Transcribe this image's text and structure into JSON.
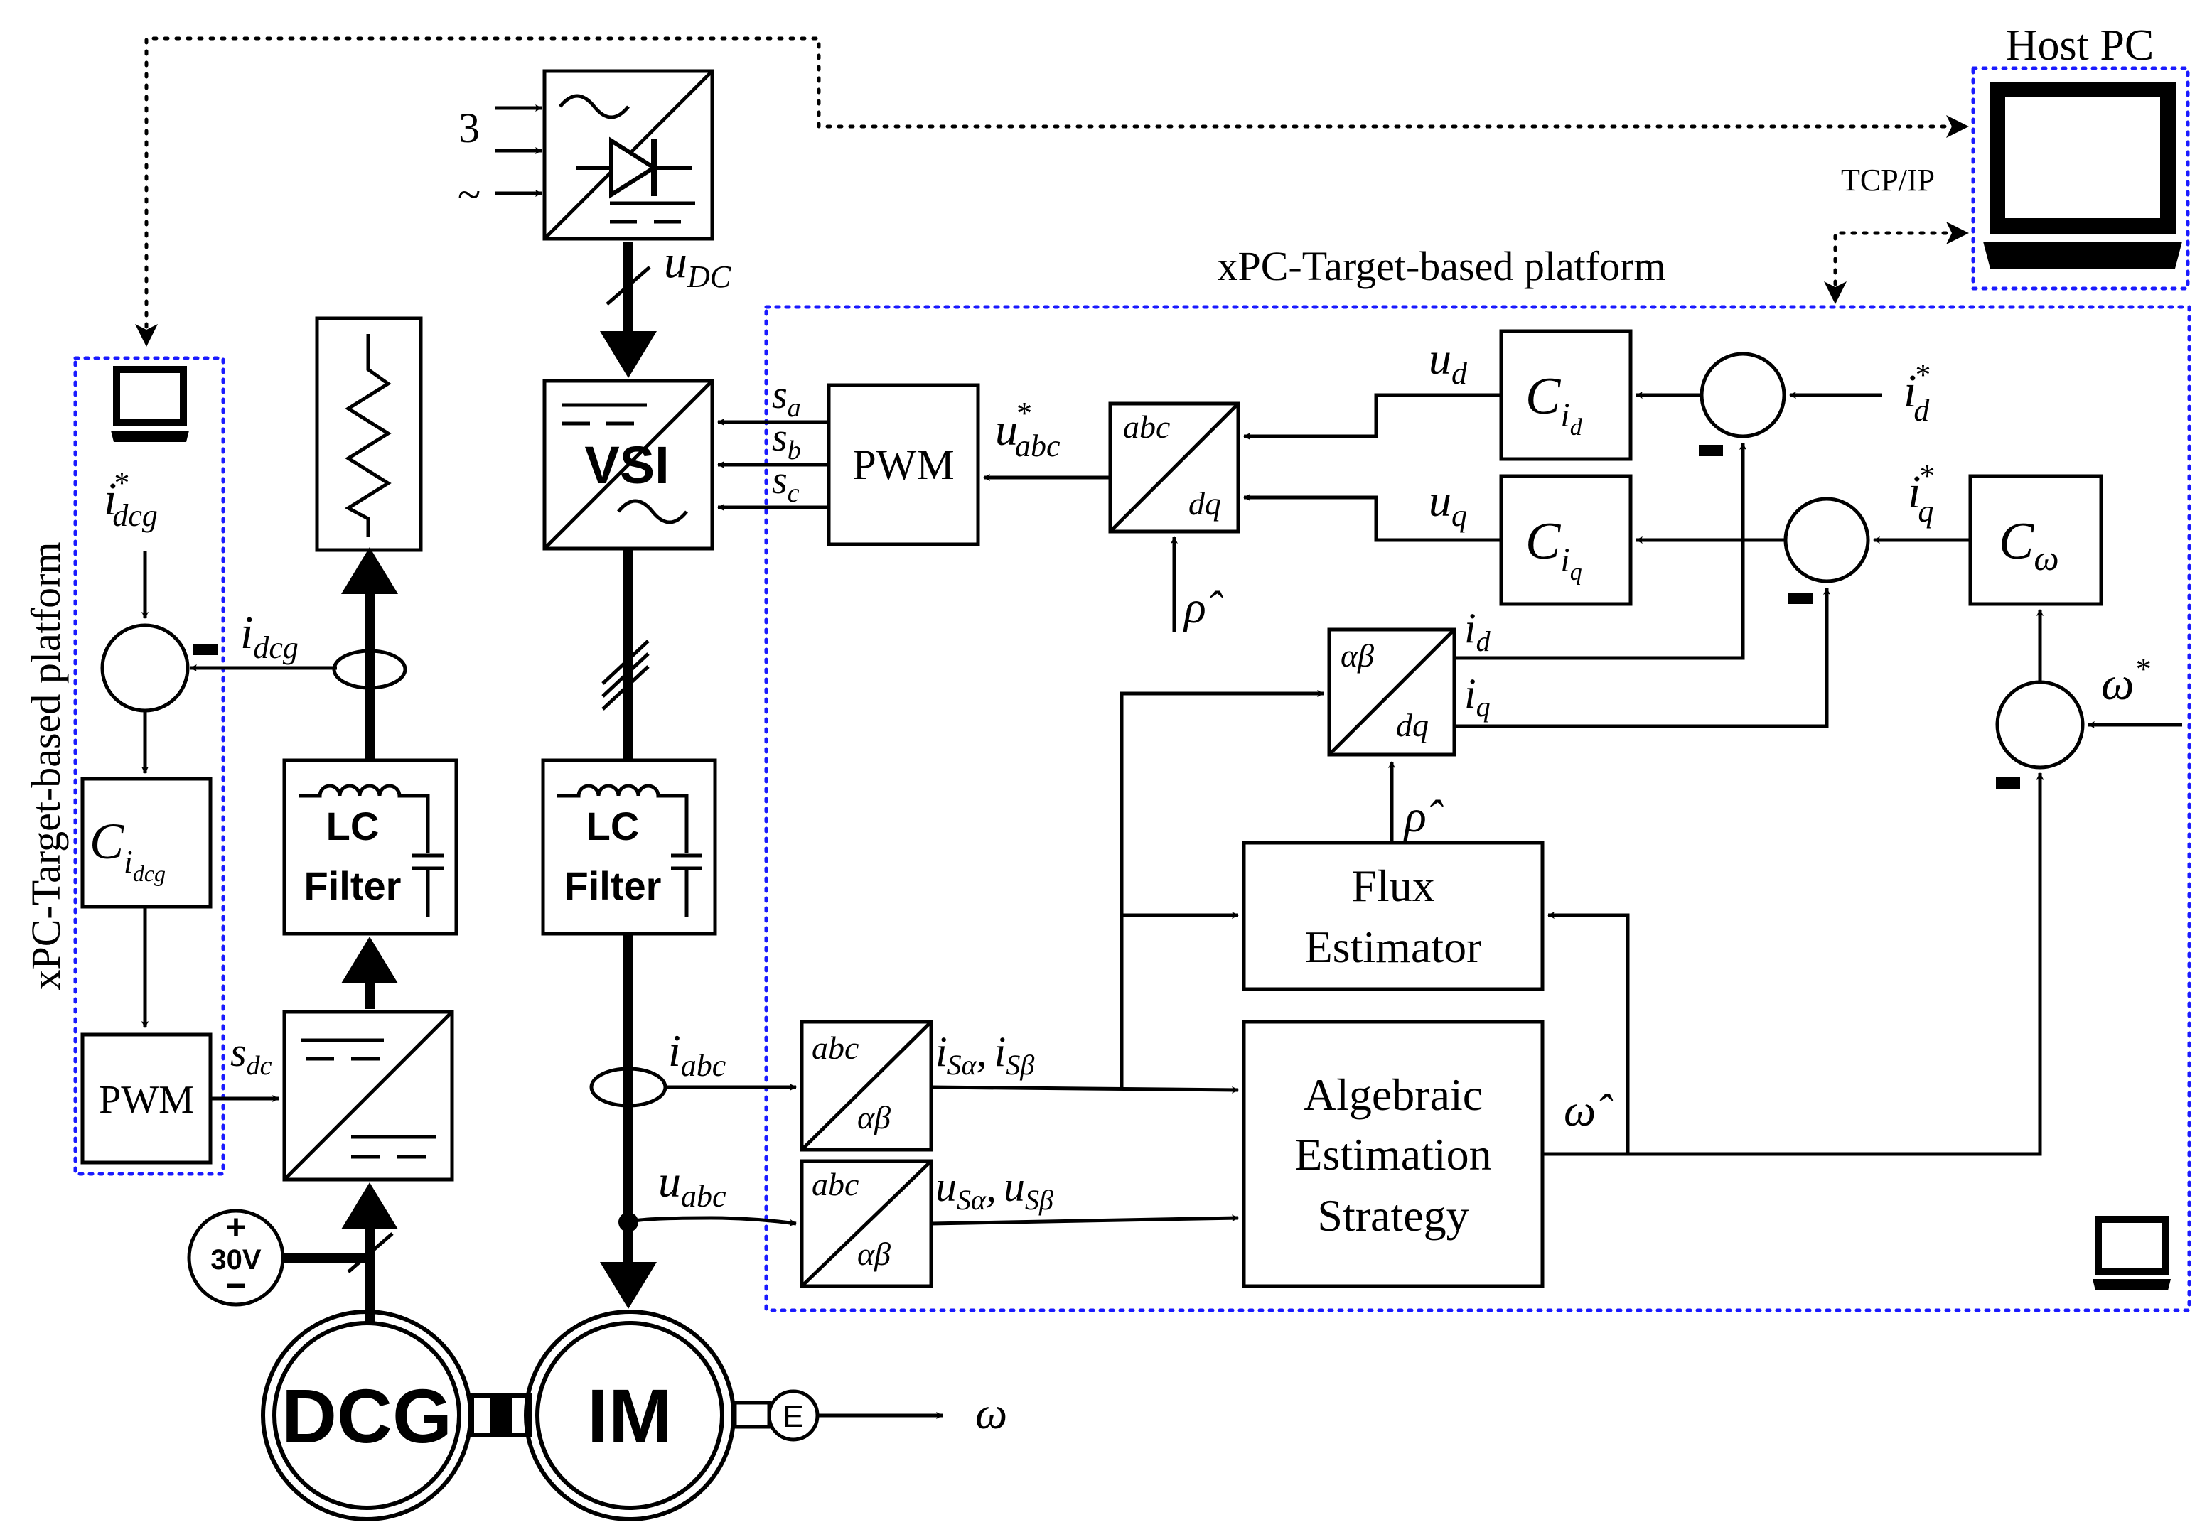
{
  "platforms": {
    "host_pc": "Host PC",
    "tcp_ip": "TCP/IP",
    "xpc_right": "xPC-Target-based platform",
    "xpc_left": "xPC-Target-based platform"
  },
  "sources": {
    "ac_phase_count": "3",
    "ac_symbol": "~",
    "dc_source": "30V",
    "plus": "+",
    "minus": "−"
  },
  "blocks": {
    "vsi": "VSI",
    "pwm_main": "PWM",
    "pwm_left": "PWM",
    "lc_filter_line1": "LC",
    "lc_filter_line2": "Filter",
    "flux_line1": "Flux",
    "flux_line2": "Estimator",
    "algebraic_line1": "Algebraic",
    "algebraic_line2": "Estimation",
    "algebraic_line3": "Strategy",
    "dcg": "DCG",
    "im": "IM",
    "encoder": "E",
    "abc": "abc",
    "dq": "dq",
    "alphabeta": "αβ"
  },
  "controllers": {
    "c_id_main": "C",
    "c_id_sub": "i",
    "c_id_subsub": "d",
    "c_iq_main": "C",
    "c_iq_sub": "i",
    "c_iq_subsub": "q",
    "c_omega_main": "C",
    "c_omega_sub": "ω",
    "c_idcg_main": "C",
    "c_idcg_sub": "i",
    "c_idcg_subsub": "dcg"
  },
  "signals": {
    "u_dc_main": "u",
    "u_dc_sub": "DC",
    "sa_main": "s",
    "sa_sub": "a",
    "sb_main": "s",
    "sb_sub": "b",
    "sc_main": "s",
    "sc_sub": "c",
    "uabc_star_main": "u",
    "uabc_star_sup": "*",
    "uabc_star_sub": "abc",
    "ud_main": "u",
    "ud_sub": "d",
    "uq_main": "u",
    "uq_sub": "q",
    "id_star_main": "i",
    "id_star_sup": "*",
    "id_star_sub": "d",
    "iq_star_main": "i",
    "iq_star_sup": "*",
    "iq_star_sub": "q",
    "omega_star_main": "ω",
    "omega_star_sup": "*",
    "rho_hat_1": "ρ̂",
    "rho_hat_2": "ρ̂",
    "id_main": "i",
    "id_sub": "d",
    "iq_main": "i",
    "iq_sub": "q",
    "isa_isb_1": "i",
    "isa_isb_1_sub": "Sα",
    "isa_isb_comma": ",",
    "isa_isb_2": "i",
    "isa_isb_2_sub": "Sβ",
    "usa_usb_1": "u",
    "usa_usb_1_sub": "Sα",
    "usa_usb_comma": ",",
    "usa_usb_2": "u",
    "usa_usb_2_sub": "Sβ",
    "iabc_main": "i",
    "iabc_sub": "abc",
    "uabc_main": "u",
    "uabc_sub": "abc",
    "omega_hat": "ω̂",
    "omega_out": "ω",
    "idcg_star_main": "i",
    "idcg_star_sup": "*",
    "idcg_star_sub": "dcg",
    "idcg_main": "i",
    "idcg_sub": "dcg",
    "sdc_main": "s",
    "sdc_sub": "dc",
    "minus_sign": "-"
  },
  "colors": {
    "line": "#000000",
    "platform_border": "#1a1aff",
    "background": "#ffffff"
  }
}
